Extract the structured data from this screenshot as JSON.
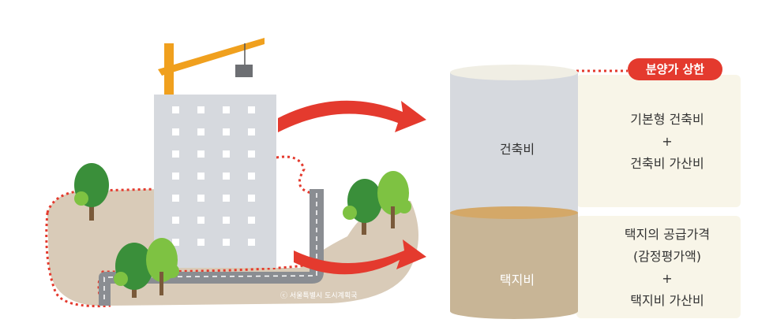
{
  "diagram": {
    "price_cap_label": "분양가 상한",
    "construction": {
      "label": "건축비",
      "desc_line1": "기본형 건축비",
      "desc_plus": "+",
      "desc_line2": "건축비 가산비"
    },
    "land": {
      "label": "택지비",
      "desc_line1": "택지의 공급가격",
      "desc_line2": "(감정평가액)",
      "desc_plus": "+",
      "desc_line3": "택지비 가산비"
    },
    "credit": "ⓒ 서울특별시 도시계획국"
  },
  "colors": {
    "accent_red": "#e43a2e",
    "construction_cylinder": "#d6d9de",
    "land_cylinder": "#c8b596",
    "panel_bg": "#f8f5e8",
    "ground": "#d9cbb8",
    "building": "#d6d9de",
    "crane": "#f0a01e",
    "tree_green": "#3a8f3a",
    "tree_light": "#7ec242"
  }
}
